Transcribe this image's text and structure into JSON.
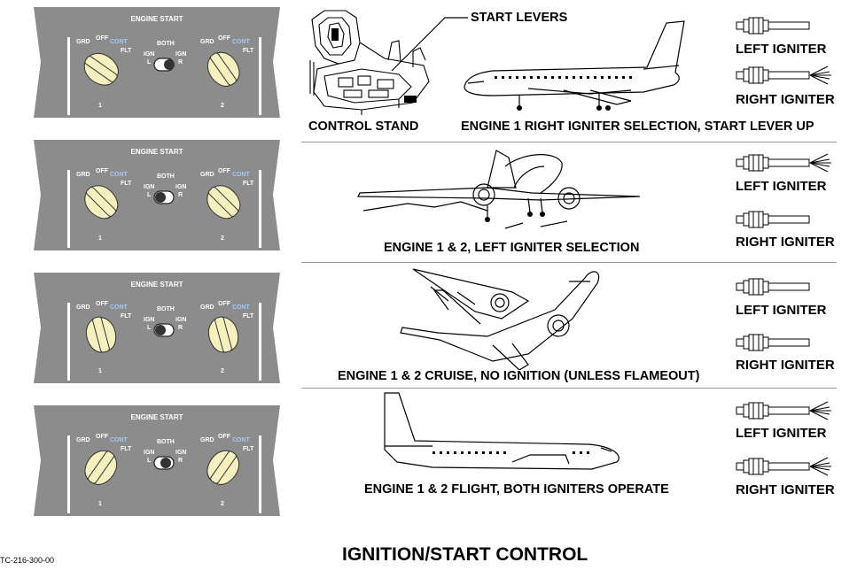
{
  "panels": [
    {
      "title": "ENGINE START",
      "grd": "GRD",
      "off": "OFF",
      "cont": "CONT",
      "flt": "FLT",
      "both": "BOTH",
      "ign_l": "IGN",
      "l": "L",
      "ign_r": "IGN",
      "r": "R",
      "num1": "1",
      "num2": "2"
    },
    {
      "title": "ENGINE START",
      "grd": "GRD",
      "off": "OFF",
      "cont": "CONT",
      "flt": "FLT",
      "both": "BOTH",
      "ign_l": "IGN",
      "l": "L",
      "ign_r": "IGN",
      "r": "R",
      "num1": "1",
      "num2": "2"
    },
    {
      "title": "ENGINE START",
      "grd": "GRD",
      "off": "OFF",
      "cont": "CONT",
      "flt": "FLT",
      "both": "BOTH",
      "ign_l": "IGN",
      "l": "L",
      "ign_r": "IGN",
      "r": "R",
      "num1": "1",
      "num2": "2"
    },
    {
      "title": "ENGINE START",
      "grd": "GRD",
      "off": "OFF",
      "cont": "CONT",
      "flt": "FLT",
      "both": "BOTH",
      "ign_l": "IGN",
      "l": "L",
      "ign_r": "IGN",
      "r": "R",
      "num1": "1",
      "num2": "2"
    }
  ],
  "row1": {
    "start_levers": "START LEVERS",
    "control_stand": "CONTROL STAND",
    "caption": "ENGINE 1 RIGHT IGNITER SELECTION, START LEVER UP",
    "left_igniter": "LEFT IGNITER",
    "right_igniter": "RIGHT IGNITER"
  },
  "row2": {
    "caption": "ENGINE 1 & 2, LEFT IGNITER SELECTION",
    "left_igniter": "LEFT IGNITER",
    "right_igniter": "RIGHT IGNITER"
  },
  "row3": {
    "caption": "ENGINE 1 & 2 CRUISE, NO IGNITION (UNLESS FLAMEOUT)",
    "left_igniter": "LEFT IGNITER",
    "right_igniter": "RIGHT IGNITER"
  },
  "row4": {
    "caption": "ENGINE 1 & 2 FLIGHT, BOTH IGNITERS OPERATE",
    "left_igniter": "LEFT IGNITER",
    "right_igniter": "RIGHT IGNITER"
  },
  "title": "IGNITION/START CONTROL",
  "figure_code": "TC-216-300-00",
  "colors": {
    "panel": "#8c8c8c",
    "knob": "#f6f0bf",
    "cont_text": "#9fc8ff"
  }
}
